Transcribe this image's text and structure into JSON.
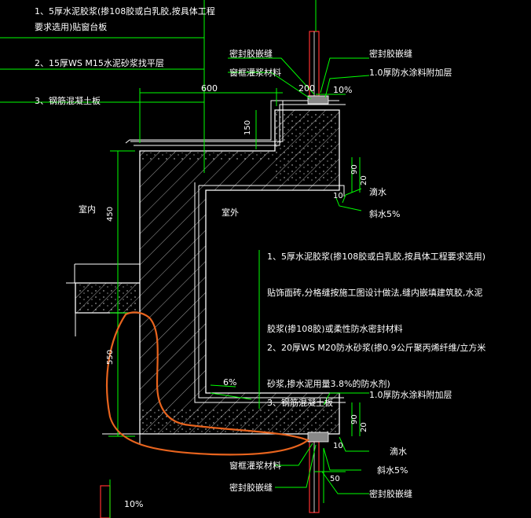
{
  "notes_top": {
    "line1": "1、5厚水泥胶浆(掺108胶或白乳胶,按具体工程",
    "line1b": "要求选用)贴窗台板",
    "line2": "2、15厚WS  M15水泥砂浆找平层",
    "line3": "3、钢筋混凝土板"
  },
  "notes_right": {
    "line1": "1、5厚水泥胶浆(掺108胶或白乳胶,按具体工程要求选用)",
    "line2": "贴饰面砖,分格缝按施工图设计做法,缝内嵌填建筑胶,水泥",
    "line3": "胶浆(掺108胶)或柔性防水密封材料",
    "line4": "2、20厚WS  M20防水砂浆(掺0.9公斤聚丙烯纤维/立方米",
    "line5": "砂浆,掺水泥用量3.8%的防水剂)",
    "line6": "3、钢筋混凝土板"
  },
  "labels": {
    "sealant_top": "密封胶嵌缝",
    "filler_top": "窗框灌浆材料",
    "sealant_top_right": "密封胶嵌缝",
    "coating_top": "1.0厚防水涂料附加层",
    "indoor": "室内",
    "outdoor": "室外",
    "drip_top": "滴水",
    "slope_top": "斜水5%",
    "coating_bottom": "1.0厚防水涂料附加层",
    "drip_bottom": "滴水",
    "slope_bottom": "斜水5%",
    "filler_bottom": "窗框灌浆材料",
    "sealant_bottom": "密封胶嵌缝",
    "sealant_bottom_right": "密封胶嵌缝"
  },
  "dimensions": {
    "d600": "600",
    "d200": "200",
    "d10pct_top": "10%",
    "d150": "150",
    "d450": "450",
    "d550": "550",
    "d90_top": "90",
    "d20_top": "20",
    "d10_top": "10",
    "d6pct": "6%",
    "d90_bottom": "90",
    "d20_bottom": "20",
    "d10_bottom": "10",
    "d50": "50",
    "d10pct_bottom": "10%"
  },
  "colors": {
    "background": "#000000",
    "structure": "#ffffff",
    "dimension": "#00ff00",
    "markup": "#e8641e",
    "window_frame": "#ff3030",
    "note_text": "#ffff00"
  }
}
